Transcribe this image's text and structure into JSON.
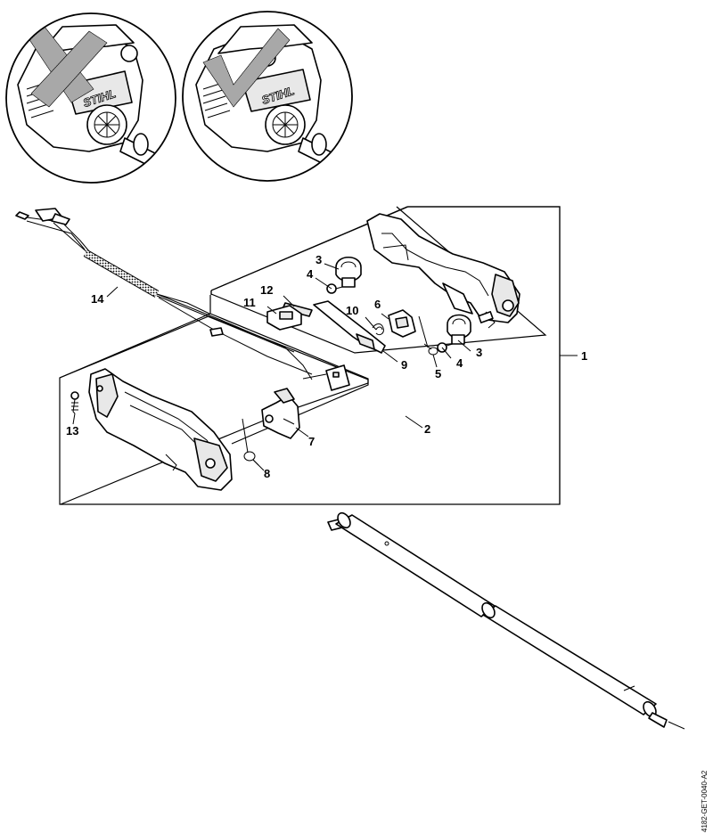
{
  "logo_text": "STIHL",
  "drawing_number": "4182-GET-0040-A2",
  "callouts": [
    {
      "id": "c1",
      "label": "1"
    },
    {
      "id": "c2",
      "label": "2"
    },
    {
      "id": "c3a",
      "label": "3"
    },
    {
      "id": "c3b",
      "label": "3"
    },
    {
      "id": "c4a",
      "label": "4"
    },
    {
      "id": "c4b",
      "label": "4"
    },
    {
      "id": "c5",
      "label": "5"
    },
    {
      "id": "c6",
      "label": "6"
    },
    {
      "id": "c7",
      "label": "7"
    },
    {
      "id": "c8",
      "label": "8"
    },
    {
      "id": "c9",
      "label": "9"
    },
    {
      "id": "c10",
      "label": "10"
    },
    {
      "id": "c11",
      "label": "11"
    },
    {
      "id": "c12",
      "label": "12"
    },
    {
      "id": "c13",
      "label": "13"
    },
    {
      "id": "c14",
      "label": "14"
    }
  ],
  "icons": {
    "left_circle": "cross-icon",
    "right_circle": "checkmark-icon"
  }
}
